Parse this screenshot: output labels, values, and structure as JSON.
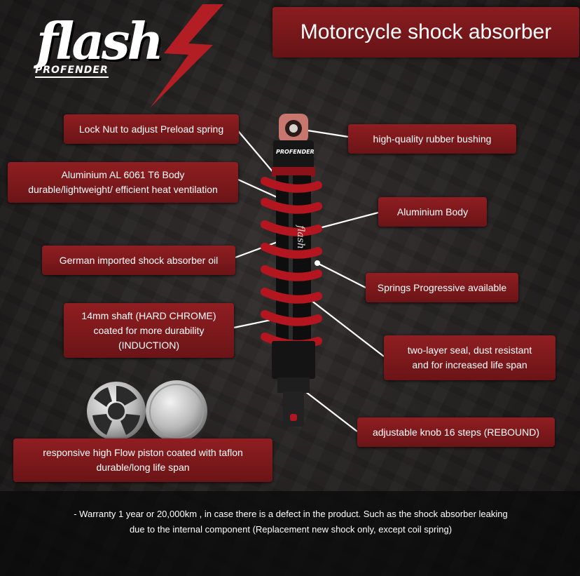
{
  "brand": {
    "logo_word": "flash",
    "logo_sub": "PROFENDER",
    "accent": "#8a1d20"
  },
  "title": "Motorcycle shock absorber",
  "product": {
    "shock_label": "PROFENDER",
    "body_text": "flash"
  },
  "labels": {
    "lock_nut": "Lock Nut to adjust Preload spring",
    "rubber_bushing": "high-quality rubber bushing",
    "body_line1": "Aluminium AL 6061 T6 Body",
    "body_line2": "durable/lightweight/ efficient heat ventilation",
    "aluminium_body": "Aluminium Body",
    "oil": "German imported shock absorber oil",
    "springs": "Springs Progressive available",
    "shaft_line1": "14mm shaft (HARD CHROME)",
    "shaft_line2": "coated for more durability",
    "shaft_line3": "(INDUCTION)",
    "seal_line1": "two-layer seal, dust resistant",
    "seal_line2": "and for increased life span",
    "knob": "adjustable knob 16 steps (REBOUND)",
    "piston_line1": "responsive high Flow piston coated with taflon",
    "piston_line2": "durable/long life span"
  },
  "warranty": {
    "line1": "- Warranty 1 year or 20,000km , in case there is a defect in the product. Such as the shock absorber leaking",
    "line2": "due to the internal component (Replacement new shock only, except coil spring)"
  }
}
